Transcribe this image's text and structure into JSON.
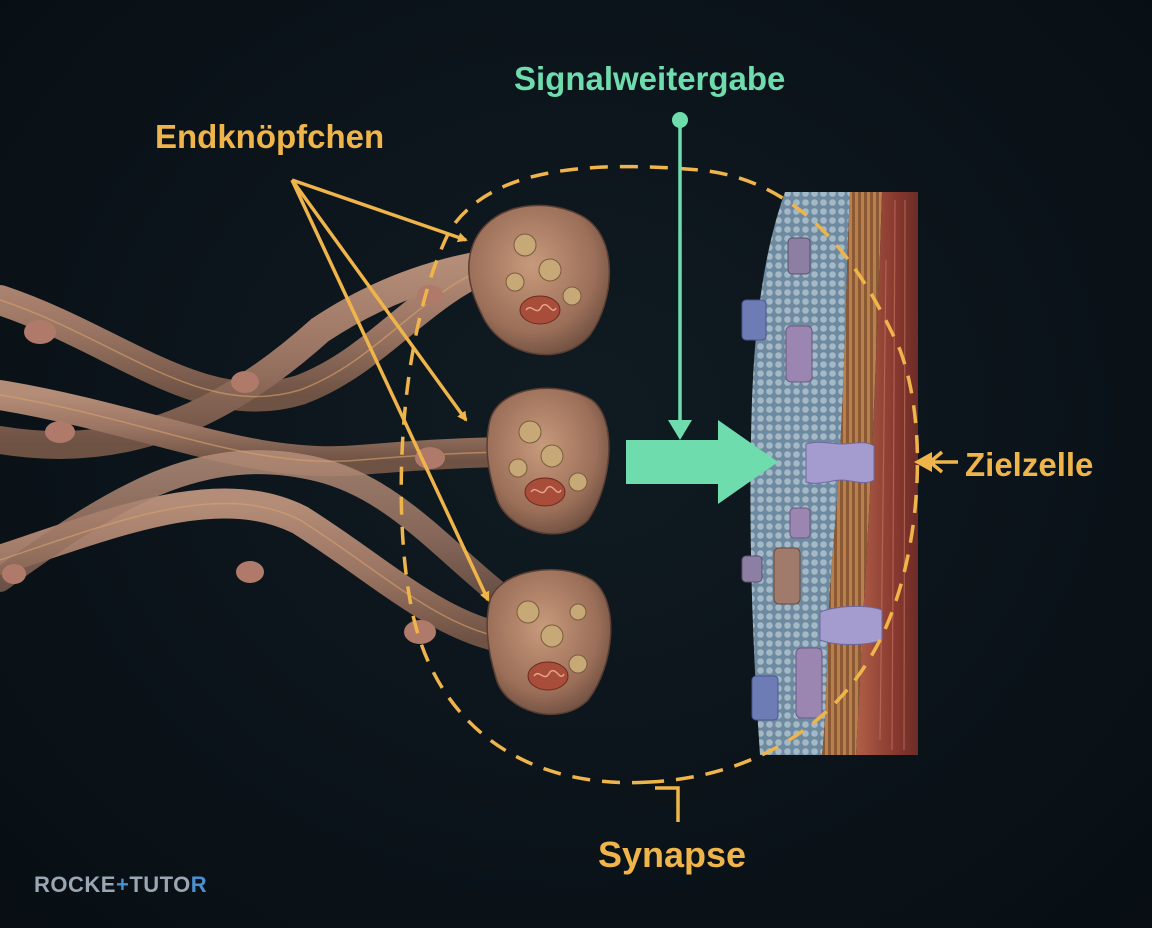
{
  "labels": {
    "terminal_buttons": "Endknöpfchen",
    "signal_transmission": "Signalweitergabe",
    "target_cell": "Zielzelle",
    "synapse": "Synapse"
  },
  "logo": {
    "part1": "ROCKE",
    "part2": "+",
    "part3": "TUTO",
    "part4": "R"
  },
  "colors": {
    "background": "#0b1319",
    "label_orange": "#f0b54a",
    "signal_green": "#6fdcae",
    "membrane_blue": "#7f97aa",
    "muscle_red": "#a04a3c"
  }
}
